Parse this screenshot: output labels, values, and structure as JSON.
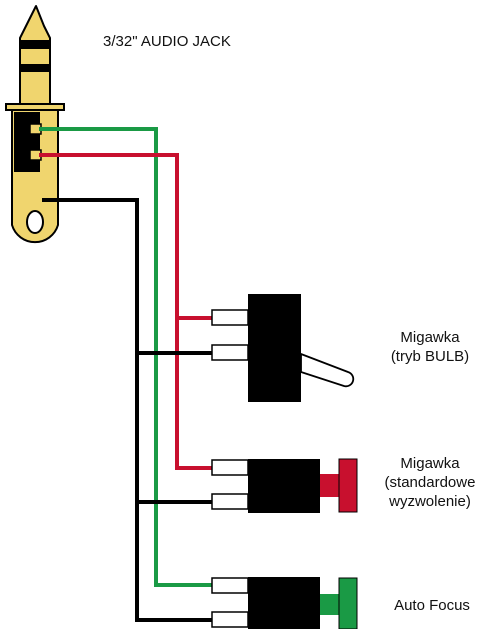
{
  "title": "3/32\" AUDIO JACK",
  "components": [
    {
      "id": "bulb",
      "lines": [
        "Migawka",
        "(tryb BULB)"
      ]
    },
    {
      "id": "standard",
      "lines": [
        "Migawka",
        "(standardowe",
        "wyzwolenie)"
      ]
    },
    {
      "id": "autofocus",
      "lines": [
        "Auto Focus"
      ]
    }
  ],
  "colors": {
    "wire_green": "#1a9a45",
    "wire_red": "#c8102e",
    "wire_black": "#000000",
    "jack_gold": "#f0d56e",
    "button_red": "#c8102e",
    "button_green": "#1a9a45"
  }
}
